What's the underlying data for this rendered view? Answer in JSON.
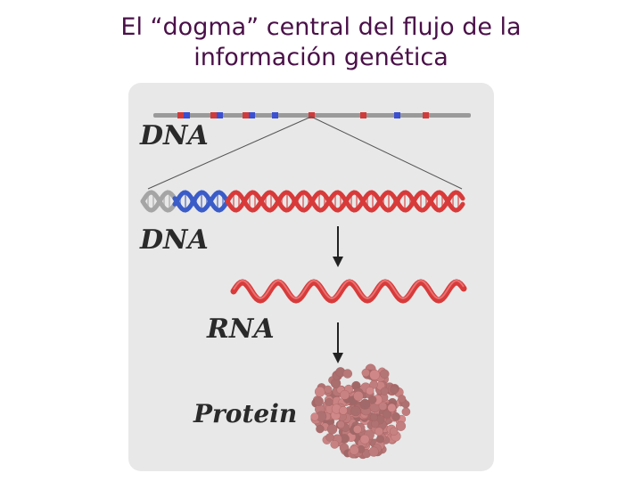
{
  "title": {
    "line1": "El “dogma” central del flujo de la",
    "line2": "información genética"
  },
  "diagram": {
    "labels": {
      "dna_top": "DNA",
      "dna_helix": "DNA",
      "rna": "RNA",
      "protein": "Protein"
    }
  },
  "colors": {
    "title": "#4a1048",
    "panel": "#e8e8e8",
    "chromosome": "#9a9a9a",
    "gene_red": "#d23a3a",
    "gene_blue": "#3a4fd2",
    "dna_grey": "#a5a5a5",
    "dna_blue": "#3a5cc8",
    "dna_red": "#d83a3a",
    "rna_red": "#d83a3a",
    "protein": "#d48a8a",
    "label": "#2a2a2a"
  }
}
